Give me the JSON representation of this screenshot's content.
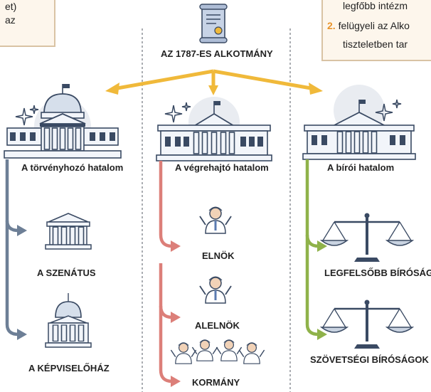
{
  "palette": {
    "legislative_line": "#6d7f96",
    "executive_line": "#dc7f79",
    "judicial_line": "#8fb24a",
    "top_arrows": "#f0b93a",
    "building_stroke": "#3a4a63",
    "building_fill": "#f2f5fa",
    "dome_fill": "#d6dfeb",
    "note_bg": "#fdf6ec",
    "note_border": "#d9c3a4",
    "note_number": "#e8932a",
    "halo": "#e9ecf1"
  },
  "left_note": {
    "line1": "et)",
    "line2": "az"
  },
  "right_note": {
    "line1_text": "legfőbb intézm",
    "item2_number": "2.",
    "item2_text": "felügyeli az Alko",
    "line3_text": "tiszteletben tar"
  },
  "constitution": {
    "icon": "document-scroll-icon",
    "label": "AZ 1787-ES ALKOTMÁNY"
  },
  "branches": {
    "legislative": {
      "label": "A törvényhozó hatalom",
      "icon": "capitol-building-icon",
      "subs": [
        {
          "label": "A SZENÁTUS",
          "icon": "senate-building-icon"
        },
        {
          "label": "A KÉPVISELŐHÁZ",
          "icon": "house-building-icon"
        }
      ]
    },
    "executive": {
      "label": "A végrehajtó hatalom",
      "icon": "white-house-icon",
      "subs": [
        {
          "label": "ELNÖK",
          "icon": "president-person-icon"
        },
        {
          "label": "ALELNÖK",
          "icon": "vice-president-person-icon"
        },
        {
          "label": "KORMÁNY",
          "icon": "cabinet-group-icon"
        }
      ]
    },
    "judicial": {
      "label": "A bírói hatalom",
      "icon": "supreme-court-building-icon",
      "subs": [
        {
          "label": "LEGFELSŐBB BÍRÓSÁG",
          "icon": "scales-of-justice-icon"
        },
        {
          "label": "SZÖVETSÉGI BÍRÓSÁGOK",
          "icon": "scales-of-justice-icon"
        }
      ]
    }
  }
}
